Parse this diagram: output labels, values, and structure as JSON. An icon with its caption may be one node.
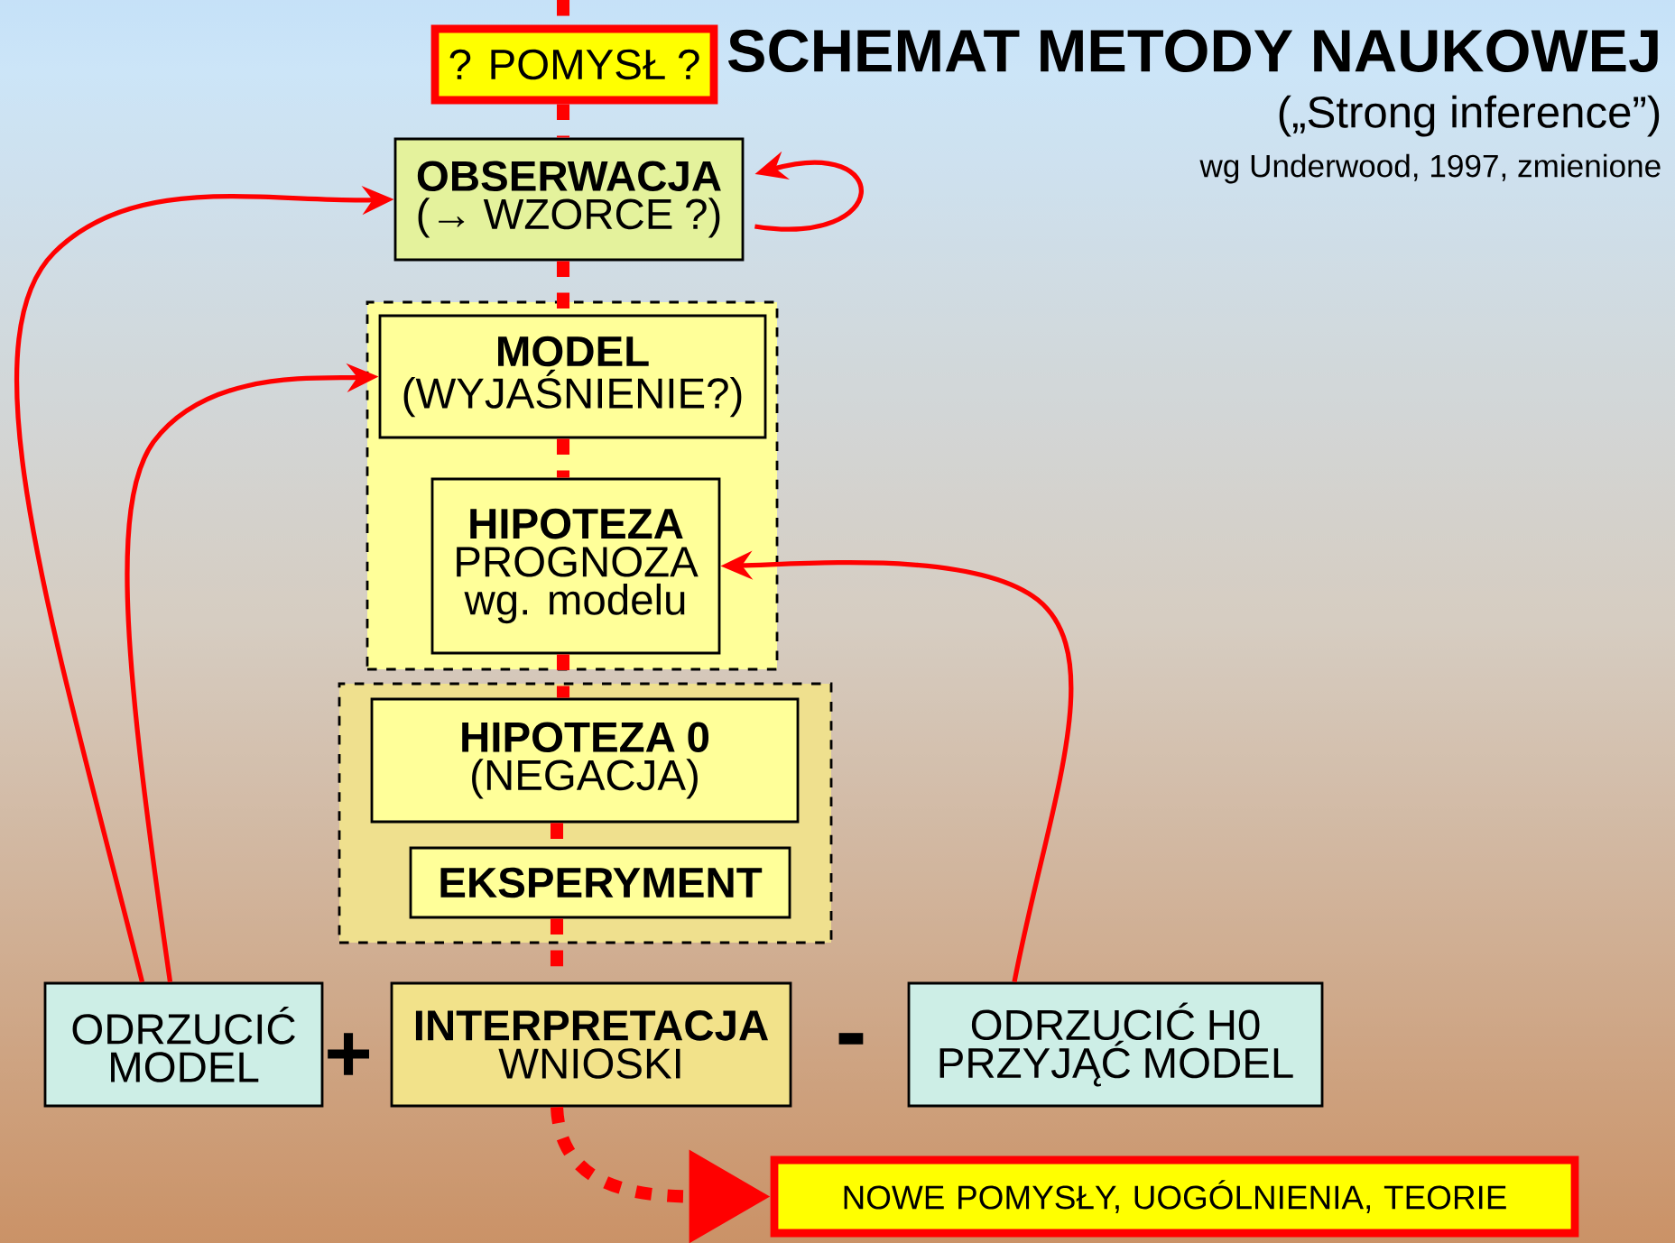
{
  "diagram": {
    "title": "SCHEMAT METODY NAUKOWEJ",
    "nodes": [
      {
        "text": [
          "? POMYSŁ ?"
        ]
      },
      {
        "text": [
          "OBSERWACJA",
          "(→ WZORCE ?)"
        ]
      },
      {
        "text": [],
        "shape": "box"
      },
      {
        "text": [
          "MODEL",
          "(WYJAŚNIENIE?)"
        ],
        "in": 2
      },
      {
        "text": [
          "HIPOTEZA",
          "PROGNOZA wg. modelu"
        ],
        "in": 2
      },
      {
        "text": [],
        "shape": "box"
      },
      {
        "text": [
          "HIPOTEZA 0",
          "(NEGACJA)"
        ],
        "in": 5
      },
      {
        "text": [
          "EKSPERYMENT"
        ],
        "in": 5
      },
      {
        "text": [
          "ODRZUCIĆ MODEL"
        ]
      },
      {
        "text": [
          "INTERPRETACJA",
          "WNIOSKI"
        ]
      },
      {
        "text": [
          "ODRZUCIĆ H0 PRZYJĄĆ MODEL"
        ]
      },
      {
        "text": [
          "NOWE POMYSŁY, UOGÓLNIENIA, TEORIE"
        ]
      }
    ],
    "edges": [
      {
        "from": null,
        "to": 0,
        "arrow": "none",
        "style": "dashed"
      },
      {
        "from": 0,
        "to": 1,
        "arrow": "none",
        "style": "dashed"
      },
      {
        "from": 1,
        "to": 3,
        "arrow": "none",
        "style": "dashed"
      },
      {
        "from": 3,
        "to": 4,
        "arrow": "none",
        "style": "dashed"
      },
      {
        "from": 4,
        "to": 6,
        "arrow": "none",
        "style": "dashed"
      },
      {
        "from": 6,
        "to": 7,
        "arrow": "none",
        "style": "dashed"
      },
      {
        "from": 7,
        "to": 9,
        "arrow": "none",
        "style": "dashed"
      },
      {
        "from": 9,
        "to": 11,
        "arrow": "to",
        "style": "dashed"
      },
      {
        "from": 8,
        "to": 1,
        "arrow": "to"
      },
      {
        "from": 8,
        "to": 3,
        "arrow": "to"
      },
      {
        "from": 10,
        "to": 4,
        "arrow": "to"
      },
      {
        "from": 1,
        "to": 1,
        "arrow": "to"
      }
    ],
    "labels": [
      "(„Strong inference”)",
      "wg Underwood, 1997, zmienione",
      "+",
      "-"
    ]
  }
}
